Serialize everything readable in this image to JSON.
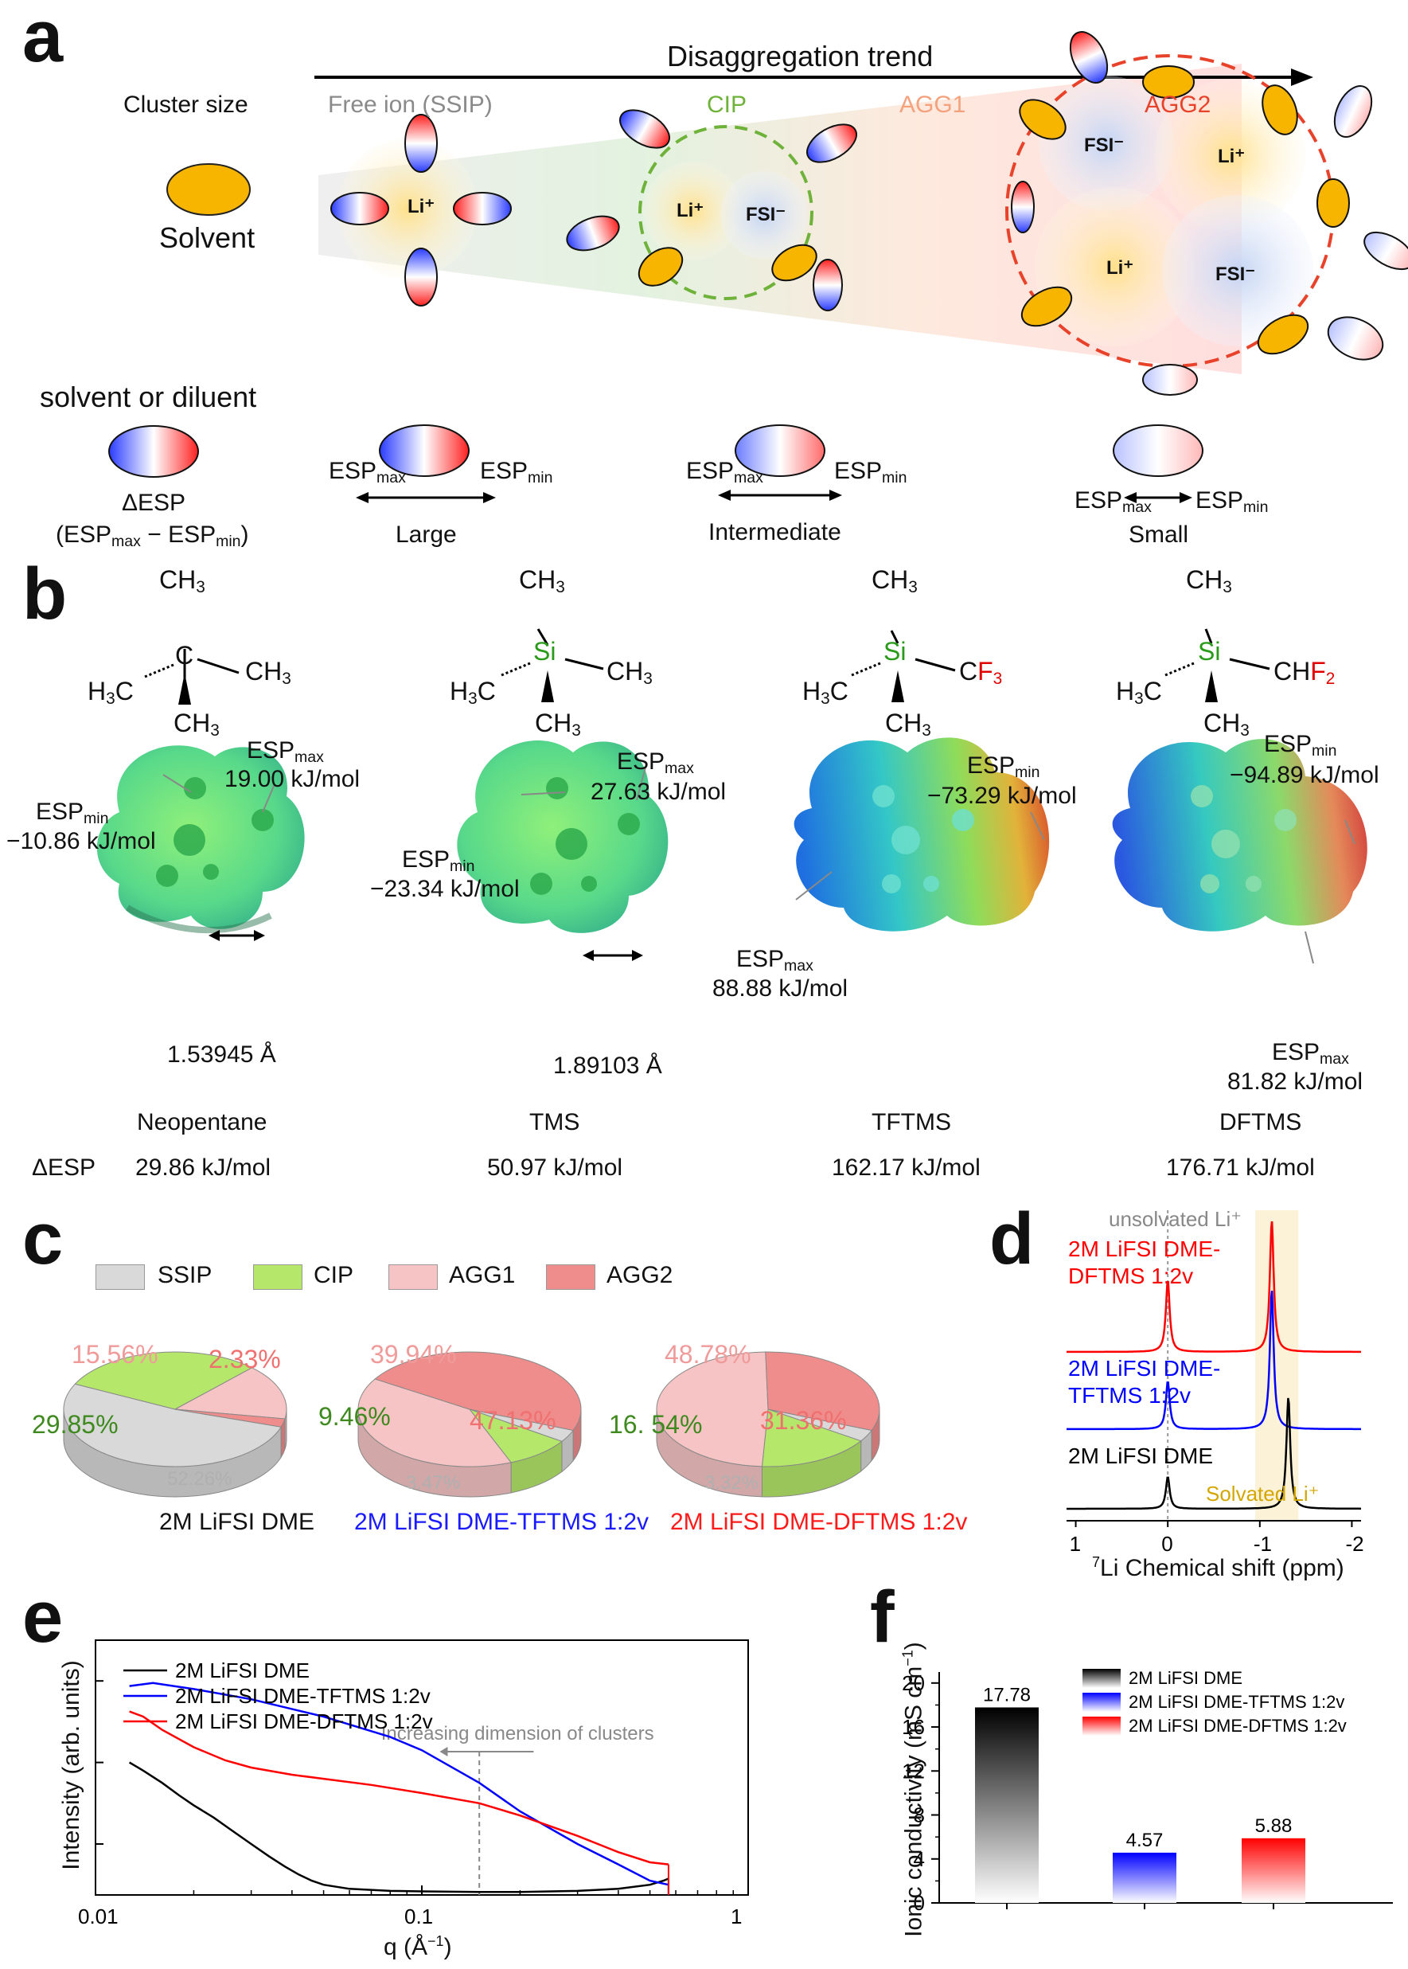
{
  "panels": {
    "a": "a",
    "b": "b",
    "c": "c",
    "d": "d",
    "e": "e",
    "f": "f"
  },
  "panel_a": {
    "trend_label": "Disaggregation trend",
    "cluster_size_label": "Cluster size",
    "solvent_label": "Solvent",
    "species": [
      "Free ion (SSIP)",
      "CIP",
      "AGG1",
      "AGG2"
    ],
    "li_label": "Li⁺",
    "fsi_label": "FSI⁻",
    "diluent_title": "solvent or diluent",
    "desp_label": "ΔESP",
    "desp_def_open": "(ESP",
    "desp_max_sub": "max",
    "desp_minus": " − ESP",
    "desp_min_sub": "min",
    "desp_def_close": ")",
    "esp_text": "ESP",
    "max_sub": "max",
    "min_sub": "min",
    "magnitudes": [
      "Large",
      "Intermediate",
      "Small"
    ]
  },
  "panel_b": {
    "molecules": [
      {
        "name": "Neopentane",
        "center": "C",
        "substituent": "CH",
        "substituent_sub": "3",
        "desp": "29.86 kJ/mol",
        "esp_max": "19.00 kJ/mol",
        "esp_min": "−10.86 kJ/mol",
        "bond": "1.53945 Å"
      },
      {
        "name": "TMS",
        "center": "Si",
        "substituent": "CH",
        "substituent_sub": "3",
        "desp": "50.97 kJ/mol",
        "esp_max": "27.63 kJ/mol",
        "esp_min": "−23.34 kJ/mol",
        "bond": "1.89103 Å"
      },
      {
        "name": "TFTMS",
        "center": "Si",
        "substituent": "CF",
        "substituent_sub": "3",
        "desp": "162.17 kJ/mol",
        "esp_max": "88.88 kJ/mol",
        "esp_min": "−73.29 kJ/mol",
        "bond": ""
      },
      {
        "name": "DFTMS",
        "center": "Si",
        "substituent": "CHF",
        "substituent_sub": "2",
        "desp": "176.71 kJ/mol",
        "esp_max": "81.82 kJ/mol",
        "esp_min": "−94.89 kJ/mol",
        "bond": ""
      }
    ],
    "desp_row_label": "ΔESP",
    "ch3_top": "CH",
    "ch3_sub": "3",
    "h3c_left": "H",
    "h3c_sub": "3",
    "h3c_c": "C"
  },
  "chart_data": [
    {
      "panel": "c",
      "type": "pie",
      "legend": [
        "SSIP",
        "CIP",
        "AGG1",
        "AGG2"
      ],
      "colors": {
        "SSIP": "#d9d9d9",
        "CIP": "#b5e86a",
        "AGG1": "#f6c4c4",
        "AGG2": "#ef8c8c"
      },
      "pies": [
        {
          "title": "2M LiFSI DME",
          "title_color": "#111111",
          "slices": [
            {
              "label": "SSIP",
              "value": 52.26,
              "text": "52.26%"
            },
            {
              "label": "CIP",
              "value": 29.85,
              "text": "29.85%"
            },
            {
              "label": "AGG1",
              "value": 15.56,
              "text": "15.56%"
            },
            {
              "label": "AGG2",
              "value": 2.33,
              "text": "2.33%"
            }
          ]
        },
        {
          "title": "2M LiFSI DME-TFTMS 1:2v",
          "title_color": "#1a1aff",
          "slices": [
            {
              "label": "SSIP",
              "value": 3.47,
              "text": "3.47%"
            },
            {
              "label": "CIP",
              "value": 9.46,
              "text": "9.46%"
            },
            {
              "label": "AGG1",
              "value": 39.94,
              "text": "39.94%"
            },
            {
              "label": "AGG2",
              "value": 47.13,
              "text": "47.13%"
            }
          ]
        },
        {
          "title": "2M LiFSI DME-DFTMS 1:2v",
          "title_color": "#ff1a1a",
          "slices": [
            {
              "label": "SSIP",
              "value": 3.32,
              "text": "3.32%"
            },
            {
              "label": "CIP",
              "value": 16.54,
              "text": "16. 54%"
            },
            {
              "label": "AGG1",
              "value": 48.78,
              "text": "48.78%"
            },
            {
              "label": "AGG2",
              "value": 31.36,
              "text": "31.36%"
            }
          ]
        }
      ]
    },
    {
      "panel": "d",
      "type": "line",
      "xlabel_sup": "7",
      "xlabel": "Li Chemical shift (ppm)",
      "xlim": [
        1.1,
        -2.1
      ],
      "xticks": [
        1,
        0,
        -1,
        -2
      ],
      "xtick_labels": [
        "1",
        "0",
        "-1",
        "-2"
      ],
      "annotations": {
        "unsolvated": "unsolvated Li⁺",
        "solvated": "Solvated Li⁺"
      },
      "series": [
        {
          "name": "2M LiFSI DME-DFTMS 1:2v",
          "label_lines": [
            "2M LiFSI DME-",
            "DFTMS 1:2v"
          ],
          "color": "#ff0000",
          "peaks": [
            0.0,
            -1.13
          ]
        },
        {
          "name": "2M LiFSI DME-TFTMS 1:2v",
          "label_lines": [
            "2M LiFSI DME-",
            "TFTMS 1:2v"
          ],
          "color": "#0000ff",
          "peaks": [
            0.0,
            -1.13
          ]
        },
        {
          "name": "2M LiFSI DME",
          "label_lines": [
            "2M LiFSI DME"
          ],
          "color": "#000000",
          "peaks": [
            0.0,
            -1.31
          ]
        }
      ]
    },
    {
      "panel": "e",
      "type": "line",
      "xlabel": "q (Å",
      "xlabel_sup": "−1",
      "xlabel_close": ")",
      "ylabel": "Intensity (arb. units)",
      "xscale": "log",
      "xlim": [
        0.01,
        1
      ],
      "xticks": [
        0.01,
        0.1,
        1
      ],
      "xtick_labels": [
        "0.01",
        "0.1",
        "1"
      ],
      "annotation": "Increasing dimension of clusters",
      "series": [
        {
          "name": "2M LiFSI DME",
          "color": "#000000",
          "x": [
            0.0127,
            0.014,
            0.016,
            0.018,
            0.02,
            0.023,
            0.026,
            0.03,
            0.034,
            0.038,
            0.042,
            0.046,
            0.05,
            0.06,
            0.08,
            0.1,
            0.15,
            0.2,
            0.3,
            0.4,
            0.5,
            0.55,
            0.57
          ],
          "y": [
            1.3,
            1.22,
            1.1,
            0.98,
            0.88,
            0.76,
            0.64,
            0.5,
            0.38,
            0.28,
            0.2,
            0.14,
            0.1,
            0.06,
            0.04,
            0.035,
            0.03,
            0.03,
            0.04,
            0.06,
            0.1,
            0.14,
            0.16
          ]
        },
        {
          "name": "2M LiFSI DME-TFTMS 1:2v",
          "color": "#0000ff",
          "x": [
            0.0127,
            0.015,
            0.02,
            0.03,
            0.05,
            0.08,
            0.1,
            0.15,
            0.2,
            0.3,
            0.4,
            0.5,
            0.57
          ],
          "y": [
            2.05,
            2.08,
            2.02,
            1.92,
            1.75,
            1.55,
            1.42,
            1.1,
            0.82,
            0.5,
            0.3,
            0.14,
            0.1
          ]
        },
        {
          "name": "2M LiFSI DME-DFTMS 1:2v",
          "color": "#ff0000",
          "x": [
            0.0127,
            0.014,
            0.016,
            0.02,
            0.025,
            0.03,
            0.04,
            0.05,
            0.07,
            0.1,
            0.15,
            0.2,
            0.3,
            0.4,
            0.5,
            0.57
          ],
          "y": [
            1.8,
            1.75,
            1.62,
            1.45,
            1.32,
            1.25,
            1.18,
            1.14,
            1.08,
            1.0,
            0.9,
            0.78,
            0.58,
            0.42,
            0.32,
            0.3
          ]
        }
      ]
    },
    {
      "panel": "f",
      "type": "bar",
      "ylabel": "Ionic conductivity (mS cm",
      "ylabel_sup": "−1",
      "ylabel_close": ")",
      "ylim": [
        0,
        21
      ],
      "yticks": [
        0,
        4,
        8,
        12,
        16,
        20
      ],
      "categories": [
        "2M LiFSI DME",
        "2M LiFSI DME-TFTMS 1:2v",
        "2M LiFSI DME-DFTMS 1:2v"
      ],
      "values": [
        17.78,
        4.57,
        5.88
      ],
      "value_labels": [
        "17.78",
        "4.57",
        "5.88"
      ],
      "colors": [
        "#000000",
        "#0000ff",
        "#ff0000"
      ]
    }
  ]
}
